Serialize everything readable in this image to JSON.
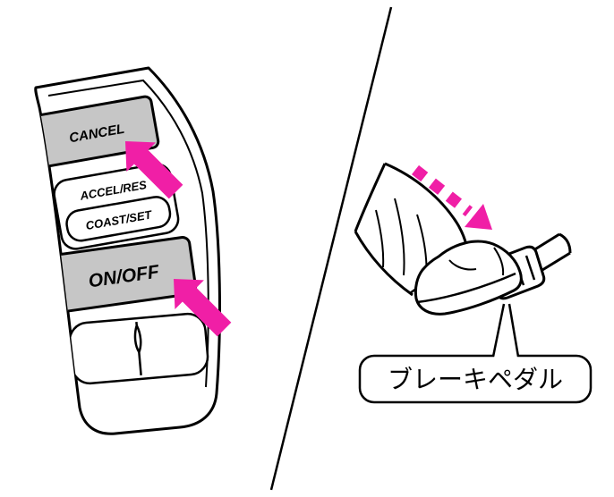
{
  "figure": {
    "switch_panel": {
      "cancel_label": "CANCEL",
      "accel_res_label": "ACCEL/RES",
      "coast_set_label": "COAST/SET",
      "on_off_label": "ON/OFF"
    },
    "pedal": {
      "callout_label": "ブレーキペダル"
    },
    "colors": {
      "highlight_pink": "#F01FA6",
      "button_gray": "#C6C6C6",
      "outline_black": "#000000",
      "background_white": "#FFFFFF"
    }
  }
}
